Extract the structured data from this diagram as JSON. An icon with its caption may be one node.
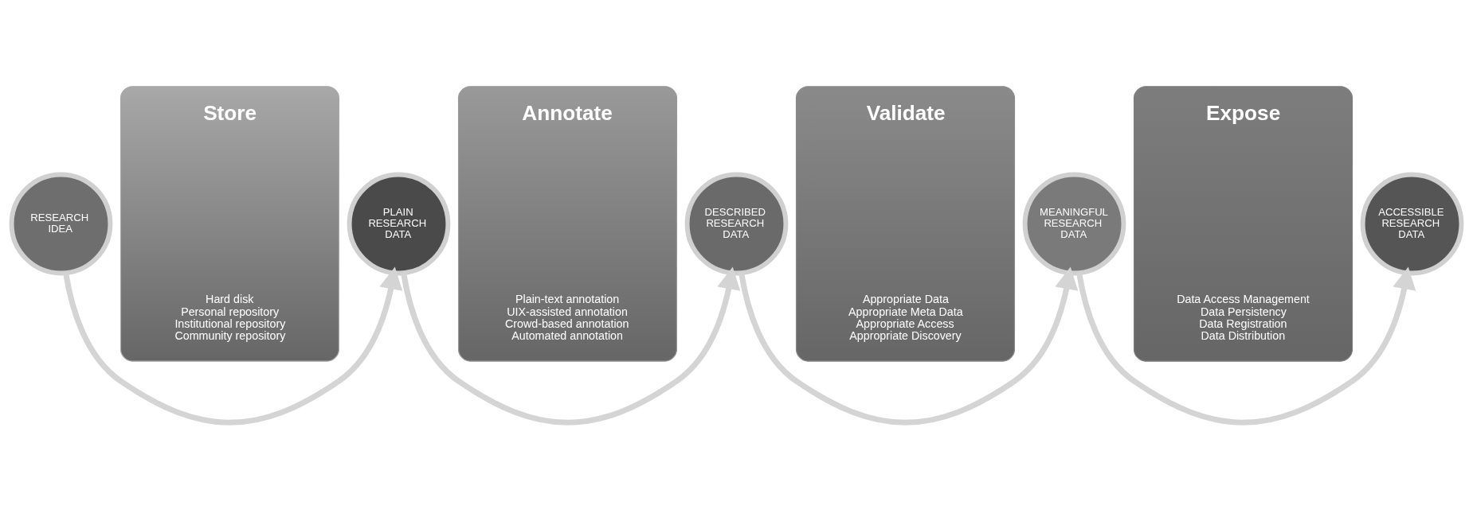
{
  "diagram": {
    "nodes": [
      {
        "text": [
          "RESEARCH IDEA"
        ]
      },
      {
        "text": [
          "Store",
          "Hard disk",
          "Personal repository",
          "Institutional repository",
          "Community repository"
        ]
      },
      {
        "text": [
          "PLAIN RESEARCH DATA"
        ]
      },
      {
        "text": [
          "Annotate",
          "Plain-text annotation",
          "UIX-assisted annotation",
          "Crowd-based annotation",
          "Automated annotation"
        ]
      },
      {
        "text": [
          "DESCRIBED RESEARCH DATA"
        ]
      },
      {
        "text": [
          "Validate",
          "Appropriate Data",
          "Appropriate Meta Data",
          "Appropriate Access",
          "Appropriate Discovery"
        ]
      },
      {
        "text": [
          "MEANINGFUL RESEARCH DATA"
        ]
      },
      {
        "text": [
          "Expose",
          "Data Access Management",
          "Data Persistency",
          "Data Registration",
          "Data Distribution"
        ]
      },
      {
        "text": [
          "ACCESSIBLE RESEARCH DATA"
        ]
      }
    ],
    "edges": [
      {
        "from": 0,
        "to": 2,
        "arrow": "to"
      },
      {
        "from": 2,
        "to": 4,
        "arrow": "to"
      },
      {
        "from": 4,
        "to": 6,
        "arrow": "to"
      },
      {
        "from": 6,
        "to": 8,
        "arrow": "to"
      }
    ]
  }
}
